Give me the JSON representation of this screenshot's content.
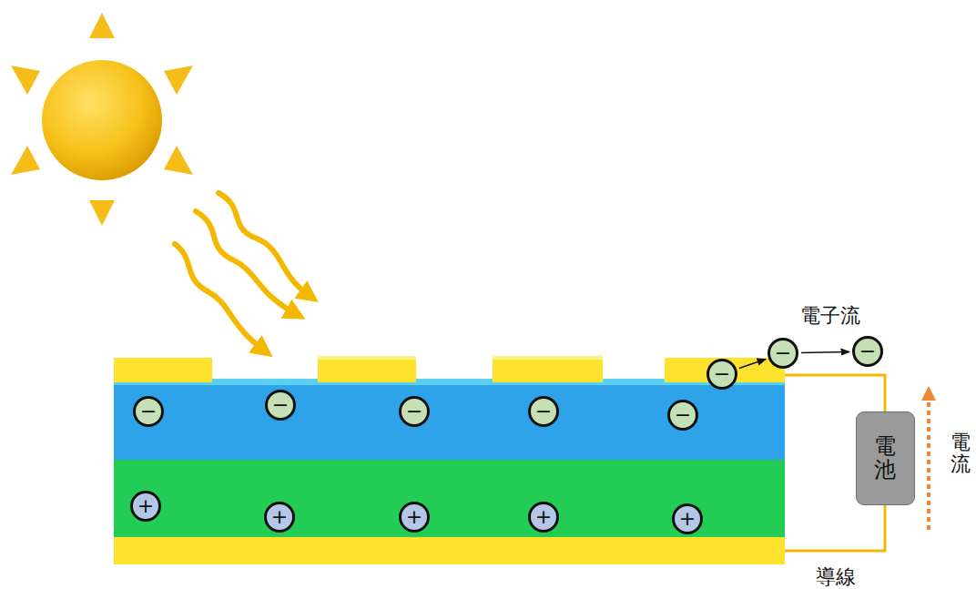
{
  "diagram": {
    "nodes": [
      {
        "text": [
          "−"
        ]
      },
      {
        "text": [
          "−"
        ]
      },
      {
        "text": [
          "−"
        ]
      },
      {
        "text": [
          "−"
        ]
      },
      {
        "text": [
          "−"
        ]
      },
      {
        "text": [
          "−"
        ]
      },
      {
        "text": [
          "−"
        ]
      },
      {
        "text": [
          "−"
        ]
      },
      {
        "text": [
          "電池"
        ]
      },
      {
        "text": [
          "+"
        ]
      },
      {
        "text": [
          "+"
        ]
      },
      {
        "text": [
          "+"
        ]
      },
      {
        "text": [
          "+"
        ]
      },
      {
        "text": [
          "+"
        ]
      }
    ],
    "edges": [
      {
        "from": 2,
        "to": 0,
        "arrow": "to"
      },
      {
        "from": 0,
        "to": 1,
        "arrow": "to"
      }
    ],
    "labels": [
      "電子流",
      "電流",
      "導線"
    ]
  }
}
